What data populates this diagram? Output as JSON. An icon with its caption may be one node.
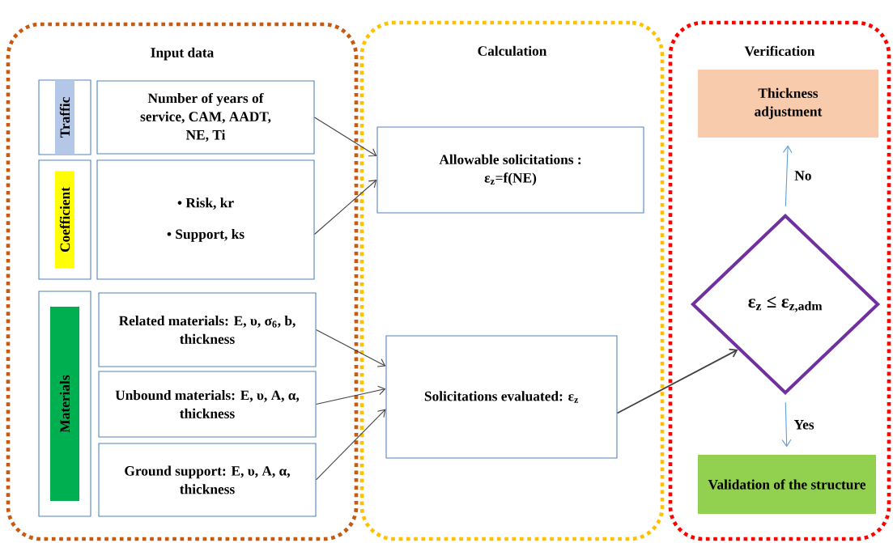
{
  "diagram": {
    "nodes": [
      {
        "text": [
          "Input data"
        ]
      },
      {
        "text": [
          "Traffic"
        ],
        "in": 0
      },
      {
        "text": [
          "Number of years of service, CAM, AADT, NE, Ti"
        ],
        "in": 0
      },
      {
        "text": [
          "Coefficient"
        ],
        "in": 0
      },
      {
        "text": [
          "• Risk, kr",
          "• Support,  ks"
        ],
        "in": 0
      },
      {
        "text": [
          "Materials"
        ],
        "in": 0
      },
      {
        "text": [
          "Related materials: E, υ, σ$_{6}$, b, thickness"
        ],
        "in": 0
      },
      {
        "text": [
          "Unbound materials: E, υ, A, α, thickness"
        ],
        "in": 0
      },
      {
        "text": [
          "Ground support: E, υ, A, α, thickness"
        ],
        "in": 0
      },
      {
        "text": [
          "Calculation"
        ]
      },
      {
        "text": [
          "Allowable solicitations : ε$_{z}$=f(NE)"
        ],
        "in": 9
      },
      {
        "text": [
          "Solicitations evaluated: ε$_{z}$"
        ],
        "in": 9
      },
      {
        "text": [
          "Verification"
        ]
      },
      {
        "text": [
          "Thickness adjustment"
        ],
        "in": 12
      },
      {
        "text": [
          "ε$_{z}$ ≤ ε$_{z,adm}$"
        ],
        "in": 12
      },
      {
        "text": [
          "Validation of the structure"
        ],
        "in": 12
      }
    ],
    "edges": [
      {
        "from": 2,
        "to": 10,
        "arrow": "to"
      },
      {
        "from": 4,
        "to": 10,
        "arrow": "to"
      },
      {
        "from": 6,
        "to": 11,
        "arrow": "to"
      },
      {
        "from": 7,
        "to": 11,
        "arrow": "to"
      },
      {
        "from": 8,
        "to": 11,
        "arrow": "to"
      },
      {
        "from": 11,
        "to": 14,
        "arrow": "to"
      },
      {
        "from": 14,
        "to": 13,
        "arrow": "to",
        "label": "No",
        "color": "#5b9bd5"
      },
      {
        "from": 14,
        "to": 15,
        "arrow": "to",
        "label": "Yes",
        "color": "#5b9bd5"
      }
    ]
  }
}
